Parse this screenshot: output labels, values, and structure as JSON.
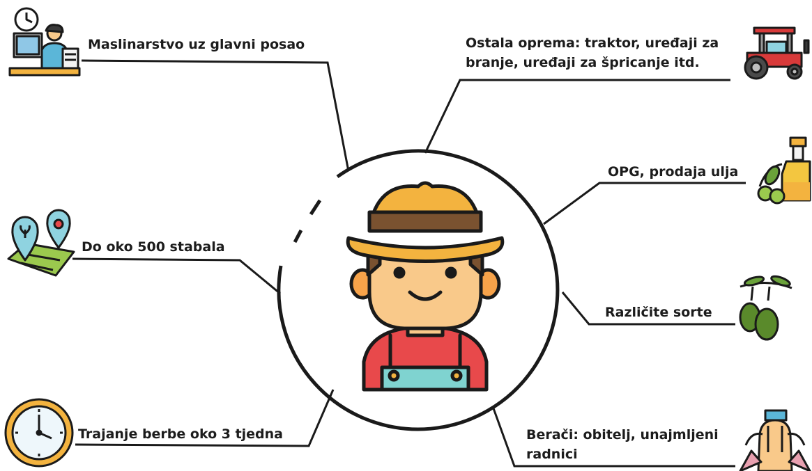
{
  "center": {
    "icon": "farmer-icon"
  },
  "items": {
    "job": {
      "label": "Maslinarstvo uz glavni posao",
      "icon": "office-worker-icon"
    },
    "equipment": {
      "label": "Ostala oprema: traktor, uređaji za branje, uređaji za špricanje itd.",
      "icon": "tractor-icon"
    },
    "opg": {
      "label": "OPG, prodaja ulja",
      "icon": "olive-oil-bottle-icon"
    },
    "trees": {
      "label": "Do oko 500 stabala",
      "icon": "field-map-pin-icon"
    },
    "sorts": {
      "label": "Različite sorte",
      "icon": "olive-branch-icon"
    },
    "harvest": {
      "label": "Trajanje berbe oko 3 tjedna",
      "icon": "clock-icon"
    },
    "pickers": {
      "label": "Berači: obitelj, unajmljeni radnici",
      "icon": "joined-hands-icon"
    }
  },
  "colors": {
    "line": "#1a1a1a",
    "hat": "#f3b33f",
    "hat_band": "#7a5230",
    "skin": "#f9c98a",
    "shirt": "#e8494b",
    "overalls": "#7fd3d0",
    "olive": "#5a8a2b"
  }
}
